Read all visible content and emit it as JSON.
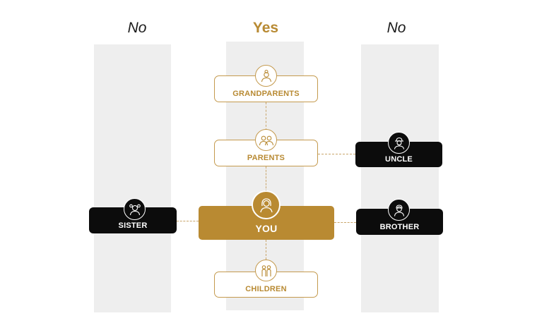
{
  "columns": {
    "left_header": "No",
    "center_header": "Yes",
    "right_header": "No"
  },
  "nodes": {
    "grandparents": {
      "label": "GRANDPARENTS",
      "icon": "grandparents-icon"
    },
    "parents": {
      "label": "PARENTS",
      "icon": "parents-icon"
    },
    "you": {
      "label": "YOU",
      "icon": "you-icon"
    },
    "children": {
      "label": "CHILDREN",
      "icon": "children-icon"
    },
    "sister": {
      "label": "SISTER",
      "icon": "sister-icon"
    },
    "uncle": {
      "label": "UNCLE",
      "icon": "uncle-icon"
    },
    "brother": {
      "label": "BROTHER",
      "icon": "brother-icon"
    }
  },
  "colors": {
    "gold": "#b98a32",
    "black": "#0c0c0c",
    "column_bg": "#eeeeee"
  }
}
